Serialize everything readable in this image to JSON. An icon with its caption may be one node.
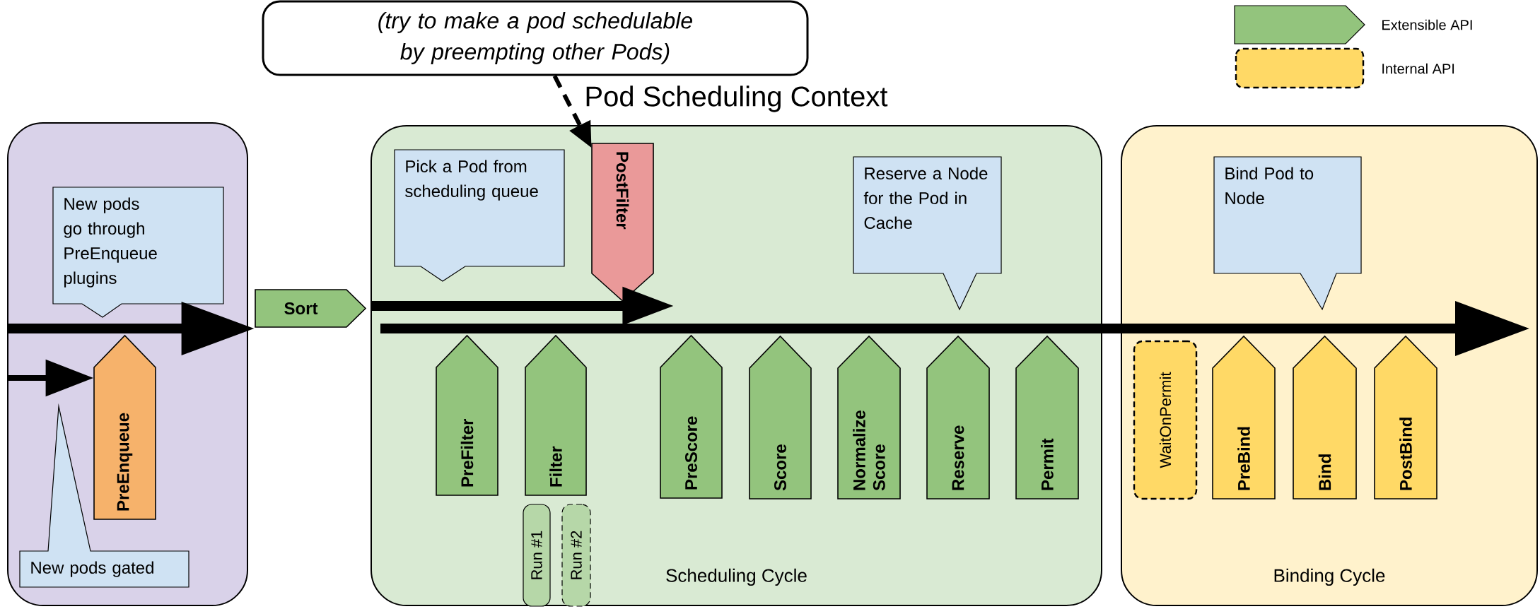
{
  "diagram": {
    "title": "Pod Scheduling Context",
    "nodes": [
      {
        "text": [
          "(try to make a pod schedulable by preempting other Pods)"
        ]
      },
      {
        "text": [],
        "shape": "box"
      },
      {
        "text": [
          "New pods go through PreEnqueue plugins"
        ],
        "in": 1
      },
      {
        "text": [
          "PreEnqueue"
        ],
        "in": 1
      },
      {
        "text": [
          "New pods gated"
        ],
        "in": 1
      },
      {
        "text": [
          "Sort"
        ]
      },
      {
        "text": [
          "Scheduling Cycle"
        ]
      },
      {
        "text": [
          "Pick a Pod from scheduling queue"
        ],
        "in": 6
      },
      {
        "text": [
          "PostFilter"
        ],
        "in": 6
      },
      {
        "text": [
          "Reserve a Node for the Pod in Cache"
        ],
        "in": 6
      },
      {
        "text": [
          "PreFilter"
        ],
        "in": 6
      },
      {
        "text": [
          "Filter"
        ],
        "in": 6
      },
      {
        "text": [
          "Run #1"
        ],
        "in": 6
      },
      {
        "text": [
          "Run #2"
        ],
        "in": 6
      },
      {
        "text": [
          "PreScore"
        ],
        "in": 6
      },
      {
        "text": [
          "Score"
        ],
        "in": 6
      },
      {
        "text": [
          "Normalize Score"
        ],
        "in": 6
      },
      {
        "text": [
          "Reserve"
        ],
        "in": 6
      },
      {
        "text": [
          "Permit"
        ],
        "in": 6
      },
      {
        "text": [
          "Binding Cycle"
        ]
      },
      {
        "text": [
          "Bind Pod to Node"
        ],
        "in": 19
      },
      {
        "text": [
          "WaitOnPermit"
        ],
        "in": 19
      },
      {
        "text": [
          "PreBind"
        ],
        "in": 19
      },
      {
        "text": [
          "Bind"
        ],
        "in": 19
      },
      {
        "text": [
          "PostBind"
        ],
        "in": 19
      }
    ],
    "edges": [
      {
        "from": 0,
        "to": 8,
        "arrow": "to",
        "style": "dashed"
      },
      {
        "from": 1,
        "to": 5,
        "arrow": "to"
      },
      {
        "from": 1,
        "to": 3,
        "arrow": "to"
      },
      {
        "from": 6,
        "to": 8,
        "arrow": "to"
      }
    ],
    "legend": [
      {
        "text": "Extensible API",
        "color": "#93c47d"
      },
      {
        "text": "Internal API",
        "color": "#ffd966"
      }
    ]
  }
}
